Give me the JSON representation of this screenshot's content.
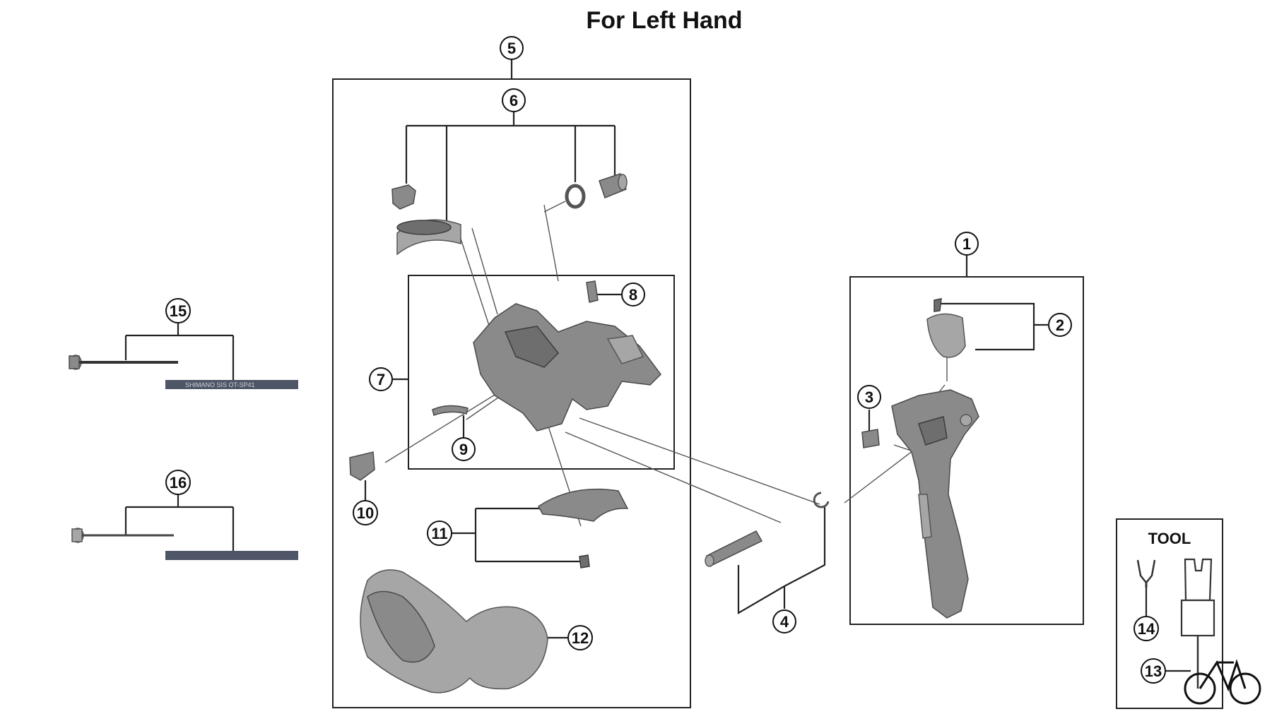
{
  "title": "For Left Hand",
  "callouts": {
    "c1": "1",
    "c2": "2",
    "c3": "3",
    "c4": "4",
    "c5": "5",
    "c6": "6",
    "c7": "7",
    "c8": "8",
    "c9": "9",
    "c10": "10",
    "c11": "11",
    "c12": "12",
    "c13": "13",
    "c14": "14",
    "c15": "15",
    "c16": "16"
  },
  "tool_label": "TOOL",
  "cable_housing_print": "SHIMANO SIS OT-SP41",
  "icons": {
    "logo": "bicycle-logo-icon"
  },
  "colors": {
    "part": "#8a8a8a",
    "housing": "#4e5566",
    "line": "#222222"
  }
}
